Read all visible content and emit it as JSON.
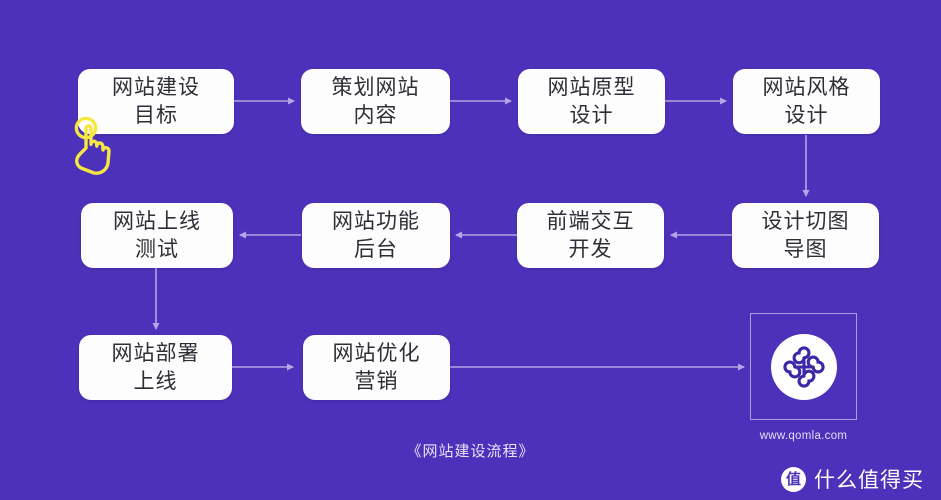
{
  "theme": {
    "background": "#4c32ba",
    "card_bg": "#fdfdfd",
    "card_text": "#2e2e38",
    "connector": "#b4a6e4",
    "cursor": "#f5e642",
    "logo_mark": "#3d26a8"
  },
  "diagram": {
    "caption": "《网站建设流程》",
    "nodes": [
      {
        "id": "n1",
        "lines": [
          "网站建设",
          "目标"
        ]
      },
      {
        "id": "n2",
        "lines": [
          "策划网站",
          "内容"
        ]
      },
      {
        "id": "n3",
        "lines": [
          "网站原型",
          "设计"
        ]
      },
      {
        "id": "n4",
        "lines": [
          "网站风格",
          "设计"
        ]
      },
      {
        "id": "n5",
        "lines": [
          "设计切图",
          "导图"
        ]
      },
      {
        "id": "n6",
        "lines": [
          "前端交互",
          "开发"
        ]
      },
      {
        "id": "n7",
        "lines": [
          "网站功能",
          "后台"
        ]
      },
      {
        "id": "n8",
        "lines": [
          "网站上线",
          "测试"
        ]
      },
      {
        "id": "n9",
        "lines": [
          "网站部署",
          "上线"
        ]
      },
      {
        "id": "n10",
        "lines": [
          "网站优化",
          "营销"
        ]
      }
    ]
  },
  "brand": {
    "url": "www.qomla.com",
    "logo_icon": "qomla-clover-logo-icon"
  },
  "watermark": {
    "badge_text": "值",
    "label": "什么值得买"
  },
  "cursor": {
    "icon": "tap-hand-cursor-icon"
  }
}
